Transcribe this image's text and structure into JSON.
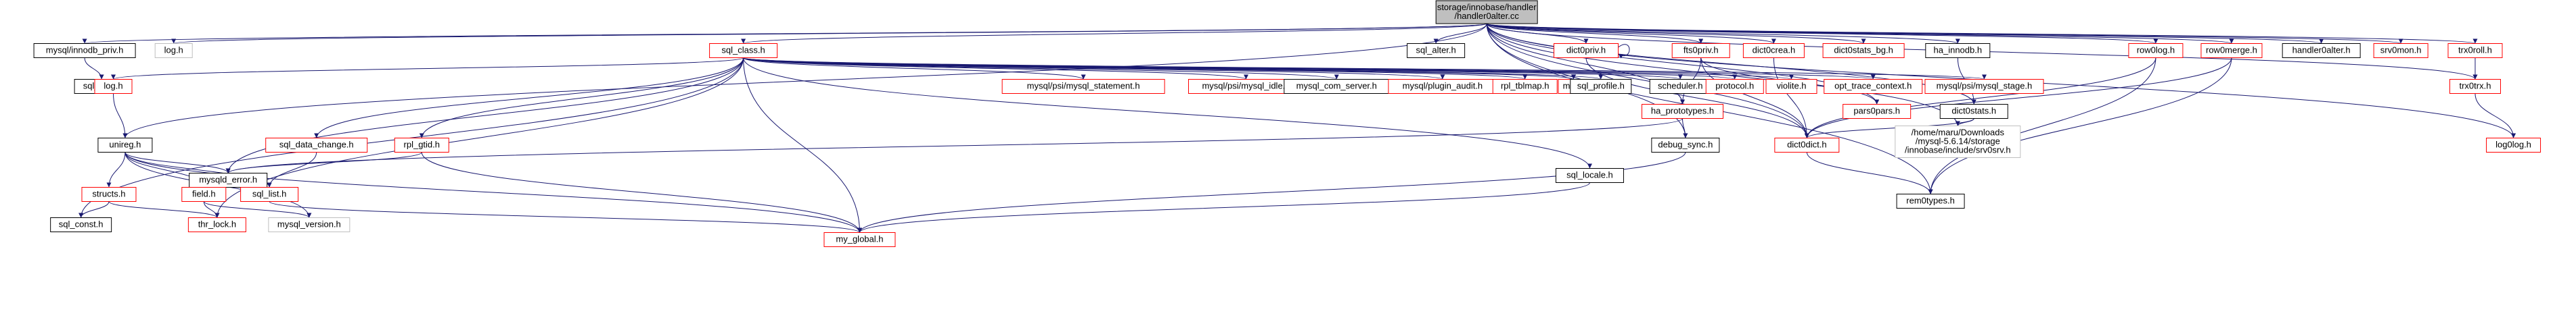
{
  "colors": {
    "edge": "#191970",
    "box_default": "#000000",
    "box_linked": "#ff0000",
    "box_missing": "#bfbfbf",
    "root_fill": "#bfbfbf",
    "text": "#000000"
  },
  "nodes": [
    {
      "id": "root",
      "label": [
        "storage/innobase/handler",
        "/handler0alter.cc"
      ],
      "kind": "root"
    },
    {
      "id": "mysql_innodb_priv",
      "label": [
        "mysql/innodb_priv.h"
      ],
      "kind": "default"
    },
    {
      "id": "log_h",
      "label": [
        "log.h"
      ],
      "kind": "missing"
    },
    {
      "id": "sql_class",
      "label": [
        "sql_class.h"
      ],
      "kind": "linked"
    },
    {
      "id": "sql_alter",
      "label": [
        "sql_alter.h"
      ],
      "kind": "default"
    },
    {
      "id": "dict0priv",
      "label": [
        "dict0priv.h"
      ],
      "kind": "linked"
    },
    {
      "id": "fts0priv",
      "label": [
        "fts0priv.h"
      ],
      "kind": "linked"
    },
    {
      "id": "dict0crea",
      "label": [
        "dict0crea.h"
      ],
      "kind": "linked"
    },
    {
      "id": "dict0stats_bg",
      "label": [
        "dict0stats_bg.h"
      ],
      "kind": "linked"
    },
    {
      "id": "ha_innodb",
      "label": [
        "ha_innodb.h"
      ],
      "kind": "default"
    },
    {
      "id": "row0log",
      "label": [
        "row0log.h"
      ],
      "kind": "linked"
    },
    {
      "id": "row0merge",
      "label": [
        "row0merge.h"
      ],
      "kind": "linked"
    },
    {
      "id": "handler0alter",
      "label": [
        "handler0alter.h"
      ],
      "kind": "default"
    },
    {
      "id": "srv0mon",
      "label": [
        "srv0mon.h"
      ],
      "kind": "linked"
    },
    {
      "id": "trx0roll",
      "label": [
        "trx0roll.h"
      ],
      "kind": "linked"
    },
    {
      "id": "sql_priv",
      "label": [
        "sql_priv.h"
      ],
      "kind": "default"
    },
    {
      "id": "log_h2",
      "label": [
        "log.h"
      ],
      "kind": "linked"
    },
    {
      "id": "psi_statement",
      "label": [
        "mysql/psi/mysql_statement.h"
      ],
      "kind": "linked"
    },
    {
      "id": "psi_idle",
      "label": [
        "mysql/psi/mysql_idle.h"
      ],
      "kind": "linked"
    },
    {
      "id": "com_server",
      "label": [
        "mysql_com_server.h"
      ],
      "kind": "default"
    },
    {
      "id": "plugin_audit",
      "label": [
        "mysql/plugin_audit.h"
      ],
      "kind": "linked"
    },
    {
      "id": "rpl_tblmap",
      "label": [
        "rpl_tblmap.h"
      ],
      "kind": "linked"
    },
    {
      "id": "mdl",
      "label": [
        "mdl.h"
      ],
      "kind": "linked"
    },
    {
      "id": "sql_profile",
      "label": [
        "sql_profile.h"
      ],
      "kind": "default"
    },
    {
      "id": "scheduler",
      "label": [
        "scheduler.h"
      ],
      "kind": "default"
    },
    {
      "id": "protocol",
      "label": [
        "protocol.h"
      ],
      "kind": "linked"
    },
    {
      "id": "violite",
      "label": [
        "violite.h"
      ],
      "kind": "linked"
    },
    {
      "id": "opt_trace_context",
      "label": [
        "opt_trace_context.h"
      ],
      "kind": "linked"
    },
    {
      "id": "psi_stage",
      "label": [
        "mysql/psi/mysql_stage.h"
      ],
      "kind": "linked"
    },
    {
      "id": "ha_prototypes",
      "label": [
        "ha_prototypes.h"
      ],
      "kind": "linked"
    },
    {
      "id": "pars0pars",
      "label": [
        "pars0pars.h"
      ],
      "kind": "linked"
    },
    {
      "id": "dict0stats",
      "label": [
        "dict0stats.h"
      ],
      "kind": "default"
    },
    {
      "id": "trx0trx",
      "label": [
        "trx0trx.h"
      ],
      "kind": "linked"
    },
    {
      "id": "unireg",
      "label": [
        "unireg.h"
      ],
      "kind": "default"
    },
    {
      "id": "sql_data_change",
      "label": [
        "sql_data_change.h"
      ],
      "kind": "linked"
    },
    {
      "id": "rpl_gtid",
      "label": [
        "rpl_gtid.h"
      ],
      "kind": "linked"
    },
    {
      "id": "debug_sync",
      "label": [
        "debug_sync.h"
      ],
      "kind": "default"
    },
    {
      "id": "dict0dict",
      "label": [
        "dict0dict.h"
      ],
      "kind": "linked"
    },
    {
      "id": "srv0srv",
      "label": [
        "/home/maru/Downloads",
        "/mysql-5.6.14/storage",
        "/innobase/include/srv0srv.h"
      ],
      "kind": "missing"
    },
    {
      "id": "log0log",
      "label": [
        "log0log.h"
      ],
      "kind": "linked"
    },
    {
      "id": "mysqld_error",
      "label": [
        "mysqld_error.h"
      ],
      "kind": "default"
    },
    {
      "id": "structs",
      "label": [
        "structs.h"
      ],
      "kind": "linked"
    },
    {
      "id": "field",
      "label": [
        "field.h"
      ],
      "kind": "linked"
    },
    {
      "id": "sql_list",
      "label": [
        "sql_list.h"
      ],
      "kind": "linked"
    },
    {
      "id": "sql_locale",
      "label": [
        "sql_locale.h"
      ],
      "kind": "default"
    },
    {
      "id": "rem0types",
      "label": [
        "rem0types.h"
      ],
      "kind": "default"
    },
    {
      "id": "sql_const",
      "label": [
        "sql_const.h"
      ],
      "kind": "default"
    },
    {
      "id": "thr_lock",
      "label": [
        "thr_lock.h"
      ],
      "kind": "linked"
    },
    {
      "id": "mysql_version",
      "label": [
        "mysql_version.h"
      ],
      "kind": "missing"
    },
    {
      "id": "my_global",
      "label": [
        "my_global.h"
      ],
      "kind": "linked"
    }
  ],
  "edges": [
    [
      "root",
      "mysql_innodb_priv"
    ],
    [
      "root",
      "log_h"
    ],
    [
      "root",
      "sql_class"
    ],
    [
      "root",
      "sql_alter"
    ],
    [
      "root",
      "dict0priv"
    ],
    [
      "root",
      "fts0priv"
    ],
    [
      "root",
      "dict0crea"
    ],
    [
      "root",
      "dict0stats_bg"
    ],
    [
      "root",
      "ha_innodb"
    ],
    [
      "root",
      "row0log"
    ],
    [
      "root",
      "row0merge"
    ],
    [
      "root",
      "handler0alter"
    ],
    [
      "root",
      "srv0mon"
    ],
    [
      "root",
      "trx0roll"
    ],
    [
      "root",
      "unireg"
    ],
    [
      "root",
      "ha_prototypes"
    ],
    [
      "root",
      "pars0pars"
    ],
    [
      "root",
      "dict0stats"
    ],
    [
      "root",
      "debug_sync"
    ],
    [
      "root",
      "dict0dict"
    ],
    [
      "root",
      "srv0srv"
    ],
    [
      "root",
      "rem0types"
    ],
    [
      "root",
      "trx0trx"
    ],
    [
      "root",
      "log0log"
    ],
    [
      "mysql_innodb_priv",
      "sql_priv"
    ],
    [
      "sql_class",
      "log_h2"
    ],
    [
      "sql_class",
      "psi_statement"
    ],
    [
      "sql_class",
      "psi_idle"
    ],
    [
      "sql_class",
      "com_server"
    ],
    [
      "sql_class",
      "plugin_audit"
    ],
    [
      "sql_class",
      "rpl_tblmap"
    ],
    [
      "sql_class",
      "mdl"
    ],
    [
      "sql_class",
      "sql_profile"
    ],
    [
      "sql_class",
      "scheduler"
    ],
    [
      "sql_class",
      "protocol"
    ],
    [
      "sql_class",
      "violite"
    ],
    [
      "sql_class",
      "opt_trace_context"
    ],
    [
      "sql_class",
      "psi_stage"
    ],
    [
      "sql_class",
      "sql_data_change"
    ],
    [
      "sql_class",
      "rpl_gtid"
    ],
    [
      "sql_class",
      "sql_locale"
    ],
    [
      "sql_class",
      "mysqld_error"
    ],
    [
      "sql_class",
      "sql_const"
    ],
    [
      "sql_class",
      "thr_lock"
    ],
    [
      "sql_class",
      "my_global"
    ],
    [
      "log_h2",
      "unireg"
    ],
    [
      "dict0priv",
      "dict0priv"
    ],
    [
      "dict0priv",
      "dict0dict"
    ],
    [
      "fts0priv",
      "ha_prototypes"
    ],
    [
      "fts0priv",
      "pars0pars"
    ],
    [
      "fts0priv",
      "dict0dict"
    ],
    [
      "dict0crea",
      "dict0dict"
    ],
    [
      "ha_innodb",
      "dict0stats"
    ],
    [
      "dict0stats",
      "dict0dict"
    ],
    [
      "dict0stats",
      "srv0srv"
    ],
    [
      "ha_prototypes",
      "debug_sync"
    ],
    [
      "ha_prototypes",
      "mysqld_error"
    ],
    [
      "row0log",
      "dict0dict"
    ],
    [
      "row0log",
      "rem0types"
    ],
    [
      "row0merge",
      "dict0dict"
    ],
    [
      "row0merge",
      "rem0types"
    ],
    [
      "trx0roll",
      "trx0trx"
    ],
    [
      "trx0trx",
      "log0log"
    ],
    [
      "dict0dict",
      "rem0types"
    ],
    [
      "debug_sync",
      "my_global"
    ],
    [
      "unireg",
      "mysqld_error"
    ],
    [
      "unireg",
      "structs"
    ],
    [
      "unireg",
      "field"
    ],
    [
      "unireg",
      "sql_list"
    ],
    [
      "unireg",
      "my_global"
    ],
    [
      "unireg",
      "mysql_version"
    ],
    [
      "sql_data_change",
      "sql_list"
    ],
    [
      "rpl_gtid",
      "mysqld_error"
    ],
    [
      "rpl_gtid",
      "my_global"
    ],
    [
      "sql_list",
      "my_global"
    ],
    [
      "structs",
      "sql_const"
    ],
    [
      "structs",
      "thr_lock"
    ],
    [
      "field",
      "thr_lock"
    ],
    [
      "field",
      "mysql_version"
    ],
    [
      "sql_locale",
      "my_global"
    ]
  ]
}
